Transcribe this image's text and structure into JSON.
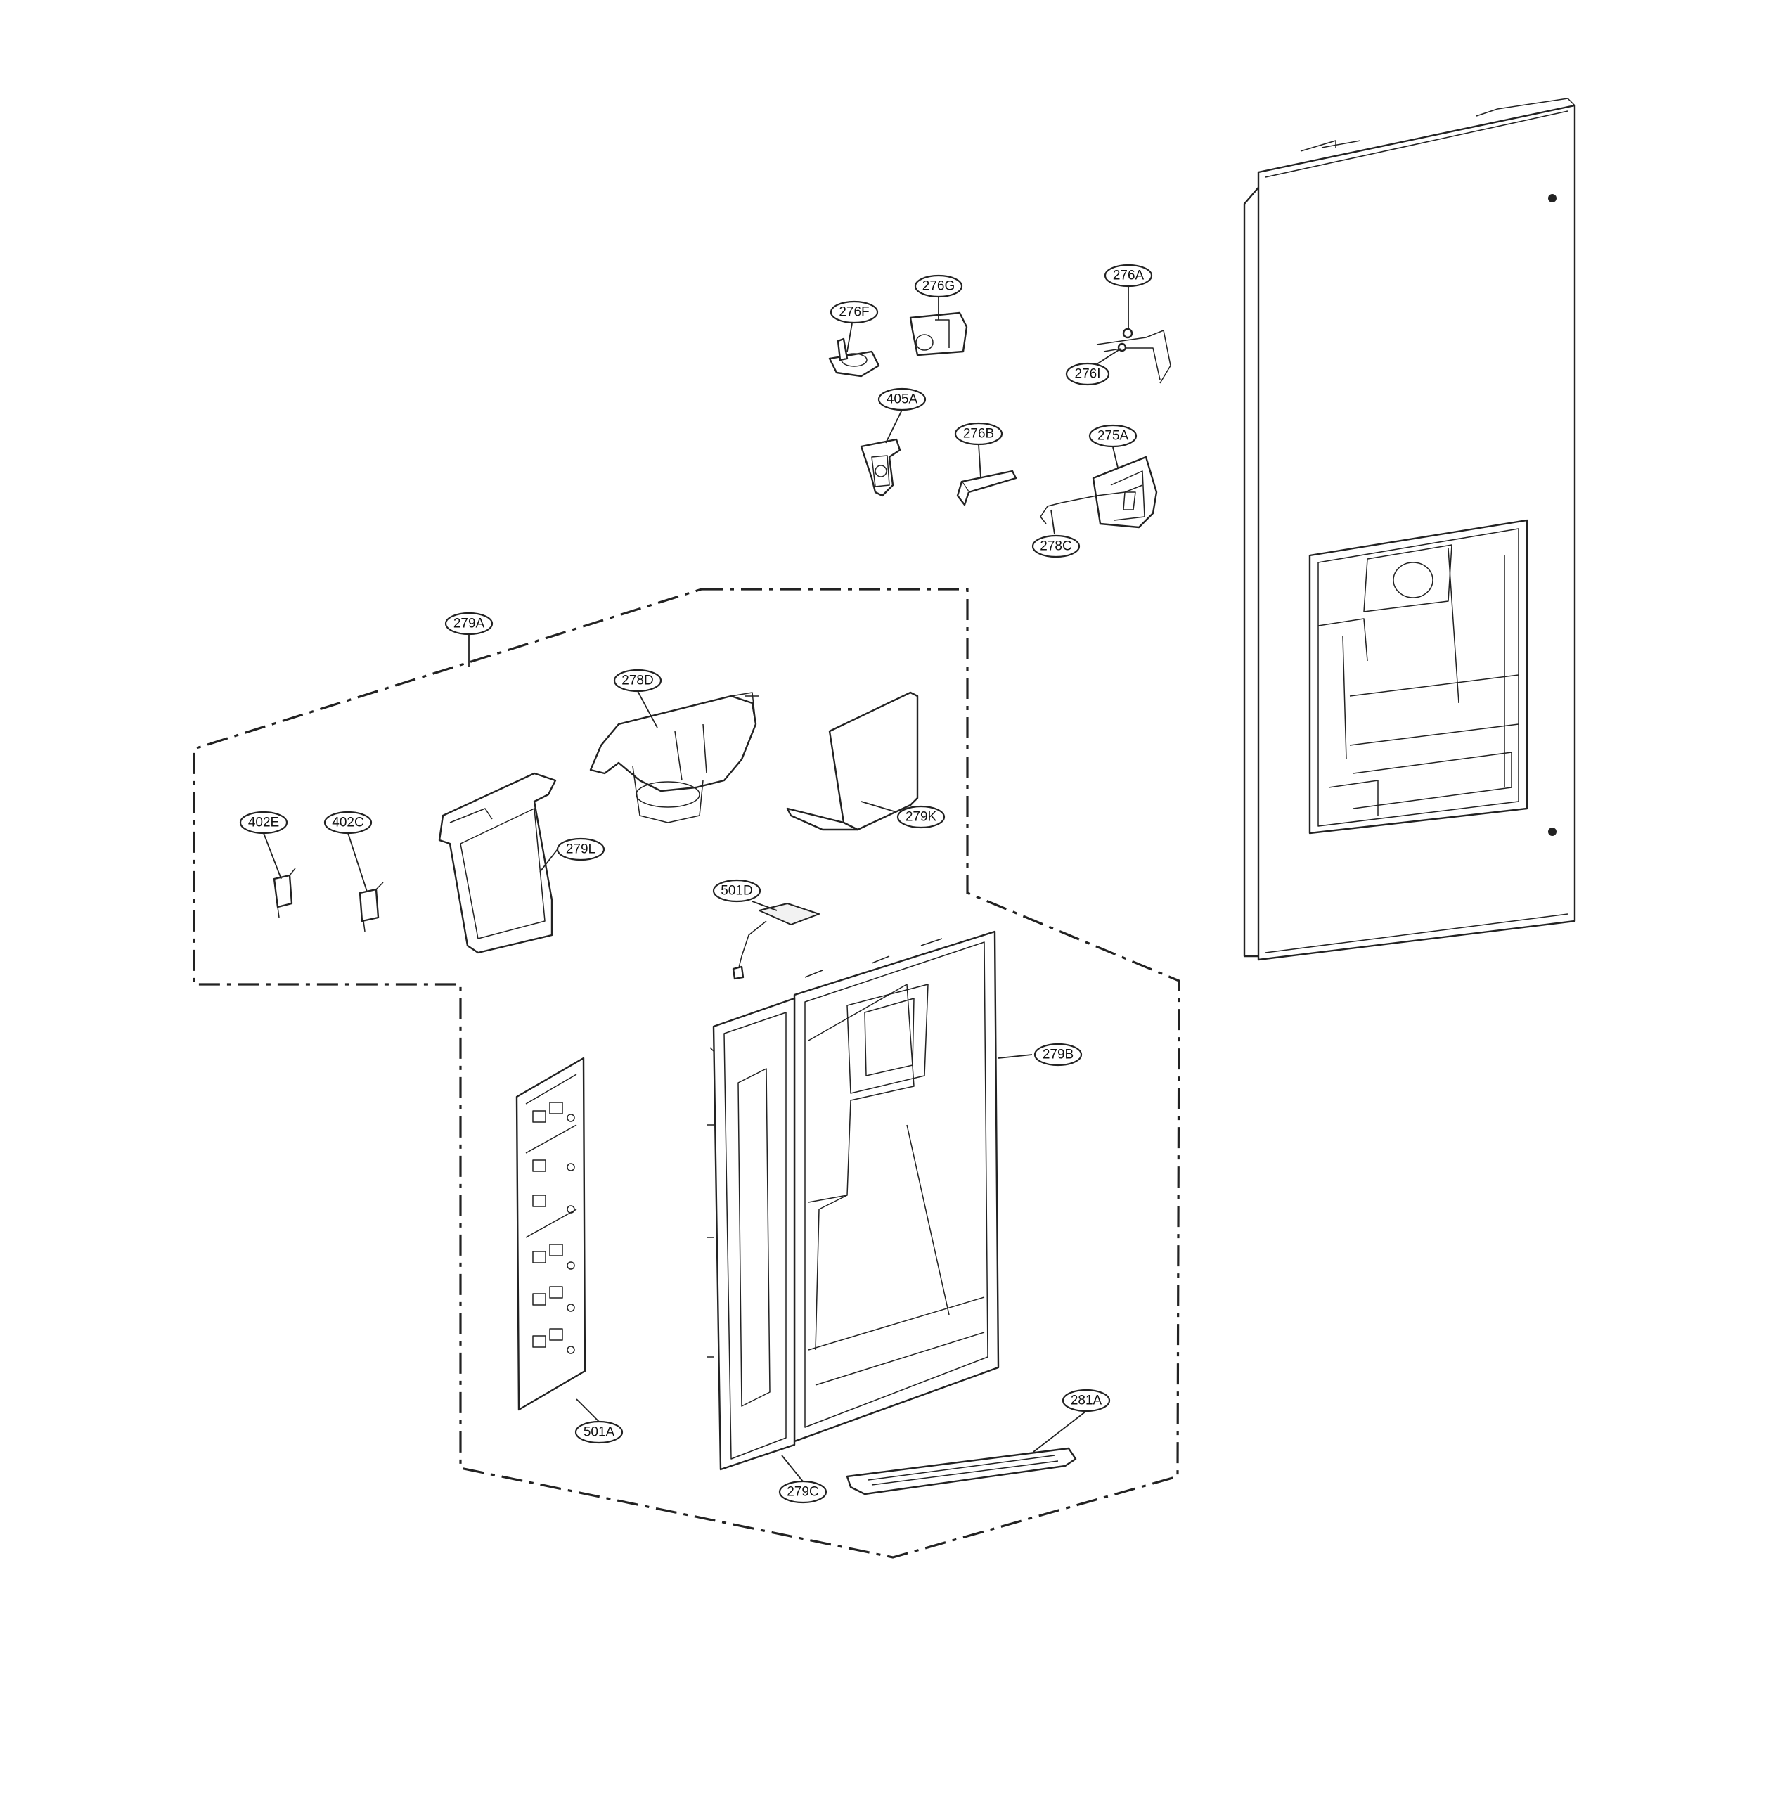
{
  "labels": {
    "l276A": "276A",
    "l276G": "276G",
    "l276F": "276F",
    "l276I": "276I",
    "l405A": "405A",
    "l276B": "276B",
    "l275A": "275A",
    "l278C": "278C",
    "l279A": "279A",
    "l278D": "278D",
    "l402E": "402E",
    "l402C": "402C",
    "l279L": "279L",
    "l279K": "279K",
    "l501D": "501D",
    "l279B": "279B",
    "l501A": "501A",
    "l281A": "281A",
    "l279C": "279C"
  }
}
